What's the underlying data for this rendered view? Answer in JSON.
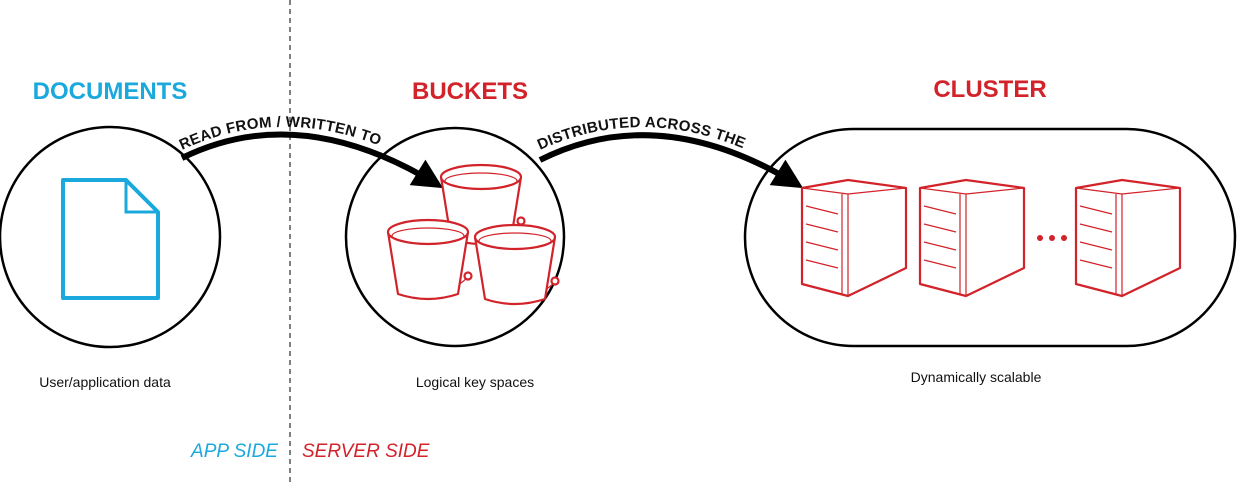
{
  "colors": {
    "app": "#1ba9dd",
    "server": "#d2232a",
    "line": "#000000"
  },
  "sections": {
    "documents": {
      "title": "DOCUMENTS",
      "caption": "User/application data",
      "icon": "document-icon"
    },
    "buckets": {
      "title": "BUCKETS",
      "caption": "Logical key spaces",
      "icon": "bucket-icon"
    },
    "cluster": {
      "title": "CLUSTER",
      "caption": "Dynamically scalable",
      "icon": "server-icon",
      "ellipsis": "..."
    }
  },
  "arrows": {
    "docs_to_buckets": "READ FROM / WRITTEN TO",
    "buckets_to_cluster": "DISTRIBUTED ACROSS THE"
  },
  "sides": {
    "app": "APP SIDE",
    "server": "SERVER SIDE"
  }
}
